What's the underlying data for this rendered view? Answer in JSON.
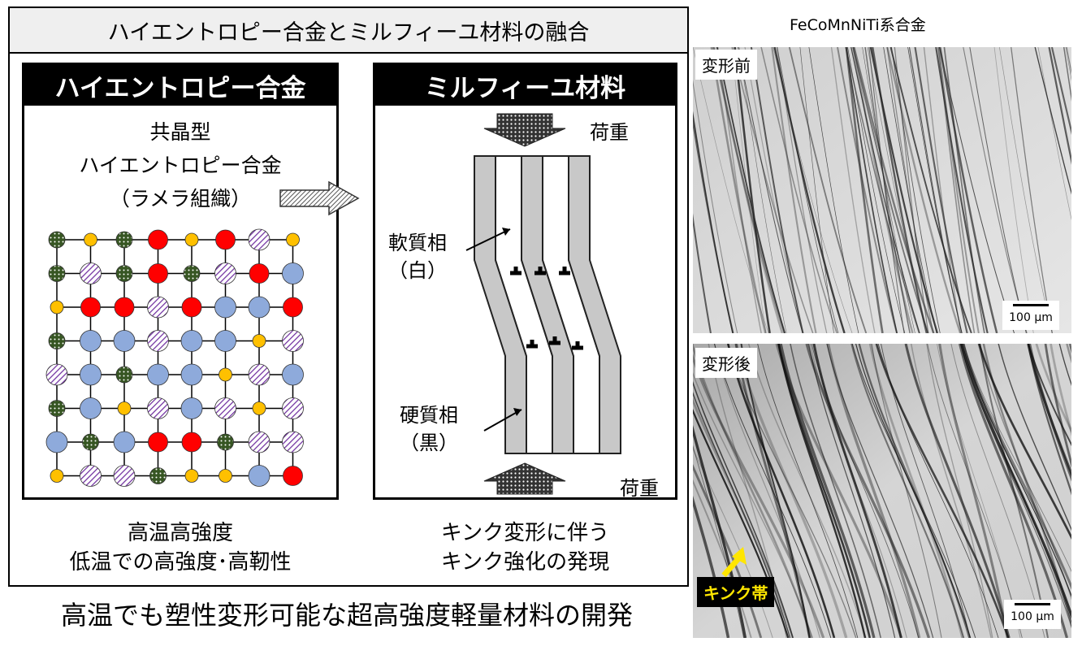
{
  "header": {
    "title": "ハイエントロピー合金とミルフィーユ材料の融合"
  },
  "left_panel": {
    "title": "ハイエントロピー合金",
    "lines": [
      "共晶型",
      "ハイエントロピー合金",
      "（ラメラ組織）"
    ],
    "caption_lines": [
      "高温高強度",
      "低温での高強度･高靭性"
    ]
  },
  "right_panel": {
    "title": "ミルフィーユ材料",
    "load_top": "荷重",
    "load_bottom": "荷重",
    "soft_phase": [
      "軟質相",
      "（白）"
    ],
    "hard_phase": [
      "硬質相",
      "（黒）"
    ],
    "caption_lines": [
      "キンク変形に伴う",
      "キンク強化の発現"
    ]
  },
  "footer": {
    "text": "高温でも塑性変形可能な超高強度軽量材料の開発"
  },
  "photos": {
    "title": "FeCoMnNiTi系合金",
    "before_label": "変形前",
    "after_label": "変形後",
    "scale_before": "100 µm",
    "scale_after": "100 µm",
    "kink_label": "キンク帯"
  },
  "colors": {
    "red": "#ff0000",
    "blue": "#8eaadb",
    "yellow": "#ffc000",
    "green": "#375623",
    "purple": "#7030a0"
  }
}
